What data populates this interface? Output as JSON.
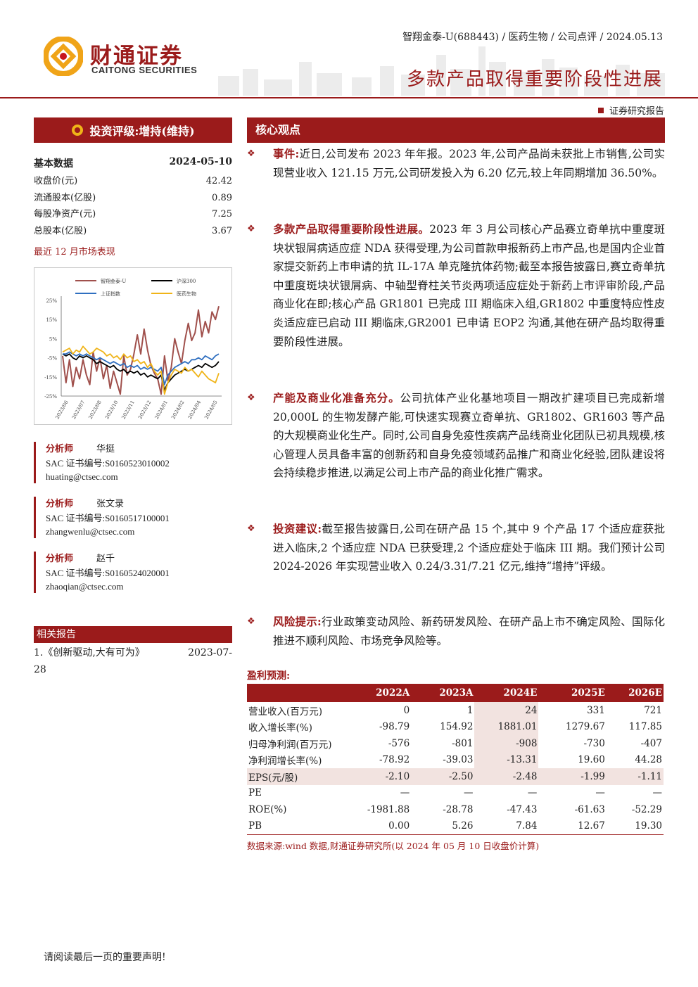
{
  "header": {
    "company_name": "财通证券",
    "company_name_en": "CAITONG SECURITIES",
    "breadcrumb": "智翔金泰-U(688443) / 医药生物 / 公司点评 / 2024.05.13",
    "headline": "多款产品取得重要阶段性进展",
    "report_type": "证券研究报告"
  },
  "rating": {
    "label": "投资评级:增持(维持)"
  },
  "basic_data": {
    "title": "基本数据",
    "date": "2024-05-10",
    "rows": [
      {
        "label": "收盘价(元)",
        "value": "42.42"
      },
      {
        "label": "流通股本(亿股)",
        "value": "0.89"
      },
      {
        "label": "每股净资产(元)",
        "value": "7.25"
      },
      {
        "label": "总股本(亿股)",
        "value": "3.67"
      }
    ]
  },
  "market_chart": {
    "title": "最近 12 月市场表现"
  },
  "chart_data": {
    "type": "line",
    "x": [
      "2023/06",
      "2023/07",
      "2023/08",
      "2023/10",
      "2023/11",
      "2023/12",
      "2024/01",
      "2024/02",
      "2024/04",
      "2024/05"
    ],
    "yticks": [
      "25%",
      "15%",
      "5%",
      "-5%",
      "-15%",
      "-25%"
    ],
    "ylim": [
      -25,
      25
    ],
    "legend_position": "top",
    "series": [
      {
        "name": "智翔金泰-U",
        "color": "#a0504c",
        "values": [
          -4,
          -18,
          -6,
          -20,
          -10,
          -16,
          -6,
          -14,
          -19,
          -2,
          -12,
          -5,
          -16,
          -9,
          -21,
          -12,
          -18,
          -24,
          -4,
          -14,
          -11,
          -3,
          7,
          -3,
          10,
          -1,
          -9,
          -13,
          -16,
          -24,
          -4,
          -17,
          -10,
          5,
          -2,
          -8,
          4,
          13,
          4,
          8,
          20,
          6,
          14,
          8,
          19,
          15,
          22
        ]
      },
      {
        "name": "沪深300",
        "color": "#000000",
        "values": [
          -3,
          -4,
          -3,
          -5,
          -6,
          -4,
          -5,
          -4,
          -5,
          -6,
          -8,
          -7,
          -8,
          -9,
          -10,
          -9,
          -11,
          -12,
          -11,
          -13,
          -12,
          -13,
          -12,
          -14,
          -13,
          -15,
          -14,
          -15,
          -16,
          -14,
          -22,
          -18,
          -16,
          -14,
          -13,
          -12,
          -11,
          -12,
          -11,
          -10,
          -9,
          -10,
          -8,
          -9,
          -10,
          -9,
          -7
        ]
      },
      {
        "name": "上证指数",
        "color": "#2f6fc0",
        "values": [
          -3,
          -3,
          -2,
          -3,
          -4,
          -3,
          -4,
          -3,
          -4,
          -5,
          -6,
          -5,
          -6,
          -7,
          -8,
          -7,
          -8,
          -9,
          -8,
          -10,
          -9,
          -10,
          -9,
          -11,
          -10,
          -11,
          -10,
          -11,
          -12,
          -10,
          -19,
          -14,
          -12,
          -10,
          -9,
          -8,
          -7,
          -8,
          -6,
          -6,
          -5,
          -6,
          -4,
          -5,
          -6,
          -4,
          -3
        ]
      },
      {
        "name": "医药生物",
        "color": "#f0b418",
        "values": [
          -2,
          -1,
          0,
          -3,
          -1,
          -2,
          1,
          -1,
          -3,
          -2,
          0,
          -1,
          -2,
          -4,
          -3,
          -5,
          -4,
          -6,
          -3,
          -5,
          -4,
          -7,
          -6,
          -8,
          -7,
          -10,
          -8,
          -12,
          -14,
          -12,
          -24,
          -18,
          -14,
          -11,
          -12,
          -13,
          -10,
          -12,
          -11,
          -13,
          -15,
          -12,
          -14,
          -16,
          -17,
          -18,
          -13
        ]
      }
    ]
  },
  "analysts": {
    "role_label": "分析师",
    "cert_label": "SAC 证书编号:",
    "list": [
      {
        "name": "华挺",
        "cert": "S0160523010002",
        "email": "huating@ctsec.com"
      },
      {
        "name": "张文录",
        "cert": "S0160517100001",
        "email": "zhangwenlu@ctsec.com"
      },
      {
        "name": "赵千",
        "cert": "S0160524020001",
        "email": "zhaoqian@ctsec.com"
      }
    ]
  },
  "related": {
    "title": "相关报告",
    "item_title": "1.《创新驱动,大有可为》",
    "item_date_a": "2023-07-",
    "item_date_b": "28"
  },
  "core": {
    "title": "核心观点",
    "bullet": "❖",
    "paragraphs": [
      {
        "head": "事件:",
        "body": "近日,公司发布 2023 年年报。2023 年,公司产品尚未获批上市销售,公司实现营业收入 121.15 万元,公司研发投入为 6.20 亿元,较上年同期增加 36.50%。"
      },
      {
        "head": "多款产品取得重要阶段性进展。",
        "body": "2023 年 3 月公司核心产品赛立奇单抗中重度斑块状银屑病适应症 NDA 获得受理,为公司首款申报新药上市产品,也是国内企业首家提交新药上市申请的抗 IL-17A 单克隆抗体药物;截至本报告披露日,赛立奇单抗中重度斑块状银屑病、中轴型脊柱关节炎两项适应症处于新药上市评审阶段,产品商业化在即;核心产品 GR1801 已完成 III 期临床入组,GR1802 中重度特应性皮炎适应症已启动 III 期临床,GR2001 已申请 EOP2 沟通,其他在研产品均取得重要阶段性进展。"
      },
      {
        "head": "产能及商业化准备充分。",
        "body": "公司抗体产业化基地项目一期改扩建项目已完成新增 20,000L 的生物发酵产能,可快速实现赛立奇单抗、GR1802、GR1603 等产品的大规模商业化生产。同时,公司自身免疫性疾病产品线商业化团队已初具规模,核心管理人员具备丰富的创新药和自身免疫领域药品推广和商业化经验,团队建设将会持续稳步推进,以满足公司上市产品的商业化推广需求。"
      },
      {
        "head": "投资建议:",
        "body": "截至报告披露日,公司在研产品 15 个,其中 9 个产品 17 个适应症获批进入临床,2 个适应症 NDA 已获受理,2 个适应症处于临床 III 期。我们预计公司 2024-2026 年实现营业收入 0.24/3.31/7.21 亿元,维持“增持”评级。"
      },
      {
        "head": "风险提示:",
        "body": "行业政策变动风险、新药研发风险、在研产品上市不确定风险、国际化推进不顺利风险、市场竞争风险等。"
      }
    ]
  },
  "profit": {
    "title": "盈利预测:",
    "columns": [
      "",
      "2022A",
      "2023A",
      "2024E",
      "2025E",
      "2026E"
    ],
    "rows": [
      [
        "营业收入(百万元)",
        "0",
        "1",
        "24",
        "331",
        "721"
      ],
      [
        "收入增长率(%)",
        "-98.79",
        "154.92",
        "1881.01",
        "1279.67",
        "117.85"
      ],
      [
        "归母净利润(百万元)",
        "-576",
        "-801",
        "-908",
        "-730",
        "-407"
      ],
      [
        "净利润增长率(%)",
        "-78.92",
        "-39.03",
        "-13.31",
        "19.60",
        "44.28"
      ],
      [
        "EPS(元/股)",
        "-2.10",
        "-2.50",
        "-2.48",
        "-1.99",
        "-1.11"
      ],
      [
        "PE",
        "—",
        "—",
        "—",
        "—",
        "—"
      ],
      [
        "ROE(%)",
        "-1981.88",
        "-28.78",
        "-47.43",
        "-61.63",
        "-52.29"
      ],
      [
        "PB",
        "0.00",
        "5.26",
        "7.84",
        "12.67",
        "19.30"
      ]
    ],
    "source": "数据来源:wind 数据,财通证券研究所(以 2024 年 05 月 10 日收盘价计算)"
  },
  "footer": {
    "disclaimer": "请阅读最后一页的重要声明!"
  }
}
